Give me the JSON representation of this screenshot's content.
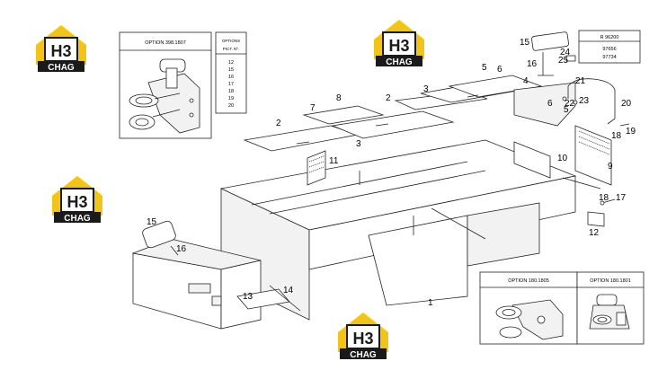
{
  "watermark": {
    "line1": "H3",
    "line2": "CHAG",
    "color_yellow": "#f0c419",
    "color_black": "#1a1a1a"
  },
  "option_boxes": {
    "top_left": {
      "title": "OPTION 398.1807"
    },
    "bottom_left": {
      "title": "OPTION 180.1805"
    },
    "bottom_right": {
      "title": "OPTION 180.1801"
    }
  },
  "options_table": {
    "header1": "OPTIONS",
    "header2": "PICT. Nº.",
    "rows": [
      "12",
      "15",
      "16",
      "17",
      "18",
      "19",
      "20"
    ]
  },
  "ref_box": {
    "line1": "R 96200",
    "line2": "97656",
    "line3": "97734"
  },
  "callouts": {
    "c1": "1",
    "c2a": "2",
    "c2b": "2",
    "c3a": "3",
    "c3b": "3",
    "c4": "4",
    "c5": "5",
    "c6a": "6",
    "c6b": "6",
    "c7": "7",
    "c8": "8",
    "c9": "9",
    "c10": "10",
    "c11": "11",
    "c12": "12",
    "c13": "13",
    "c14": "14",
    "c15a": "15",
    "c15b": "15",
    "c16a": "16",
    "c16b": "16",
    "c17": "17",
    "c18a": "18",
    "c18b": "18",
    "c19": "19",
    "c20": "20",
    "c21": "21",
    "c22": "22",
    "c23": "23",
    "c24": "24",
    "c25": "25",
    "c5b": "5"
  }
}
